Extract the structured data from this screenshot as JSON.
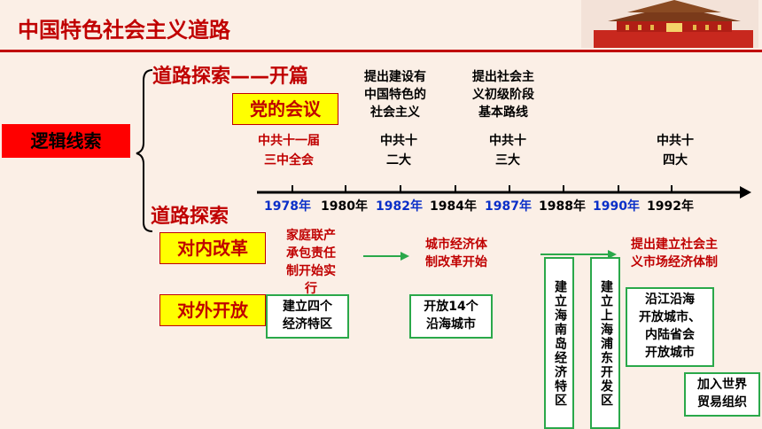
{
  "title": "中国特色社会主义道路",
  "logic_label": "逻辑线索",
  "road_explore_top": "道路探索——开篇",
  "road_explore_bottom": "道路探索",
  "party_meeting": "党的会议",
  "domestic_reform": "对内改革",
  "opening_up": "对外开放",
  "top_notes": [
    {
      "text": "提出建设有\n中国特色的\n社会主义"
    },
    {
      "text": "提出社会主\n义初级阶段\n基本路线"
    }
  ],
  "meetings": [
    {
      "text": "中共十一届\n三中全会",
      "color": "#c00000"
    },
    {
      "text": "中共十\n二大",
      "color": "#000000"
    },
    {
      "text": "中共十\n三大",
      "color": "#000000"
    },
    {
      "text": "中共十\n四大",
      "color": "#000000"
    }
  ],
  "years": [
    {
      "label": "1978年",
      "color": "#0a2fc8"
    },
    {
      "label": "1980年",
      "color": "#000000"
    },
    {
      "label": "1982年",
      "color": "#0a2fc8"
    },
    {
      "label": "1984年",
      "color": "#000000"
    },
    {
      "label": "1987年",
      "color": "#0a2fc8"
    },
    {
      "label": "1988年",
      "color": "#000000"
    },
    {
      "label": "1990年",
      "color": "#0a2fc8"
    },
    {
      "label": "1992年",
      "color": "#000000"
    }
  ],
  "reforms": [
    {
      "text": "家庭联产\n承包责任\n制开始实\n行"
    },
    {
      "text": "城市经济体\n制改革开始"
    },
    {
      "text": "提出建立社会主\n义市场经济体制"
    }
  ],
  "opening": [
    {
      "text": "建立四个\n经济特区"
    },
    {
      "text": "开放14个\n沿海城市"
    },
    {
      "text": "建立海南岛经济特区"
    },
    {
      "text": "建立上海浦东开发区"
    },
    {
      "text": "沿江沿海\n开放城市、\n内陆省会\n开放城市"
    },
    {
      "text": "加入世界\n贸易组织"
    }
  ],
  "colors": {
    "accent_red": "#c00000",
    "highlight": "#ffff00",
    "box_green": "#2aa84a",
    "year_blue": "#0a2fc8"
  }
}
